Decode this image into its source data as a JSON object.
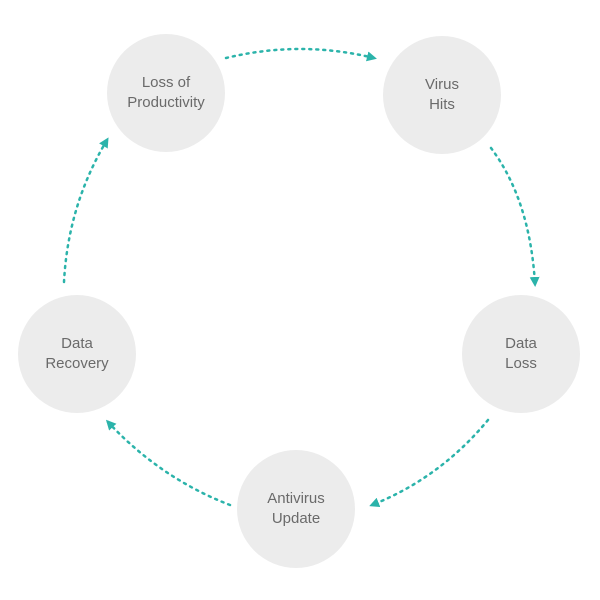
{
  "diagram": {
    "accent_color": "#2bb3aa",
    "node_color": "#ececec",
    "nodes": [
      {
        "label": "Loss of\nProductivity"
      },
      {
        "label": "Virus\nHits"
      },
      {
        "label": "Data\nLoss"
      },
      {
        "label": "Antivirus\nUpdate"
      },
      {
        "label": "Data\nRecovery"
      }
    ]
  }
}
